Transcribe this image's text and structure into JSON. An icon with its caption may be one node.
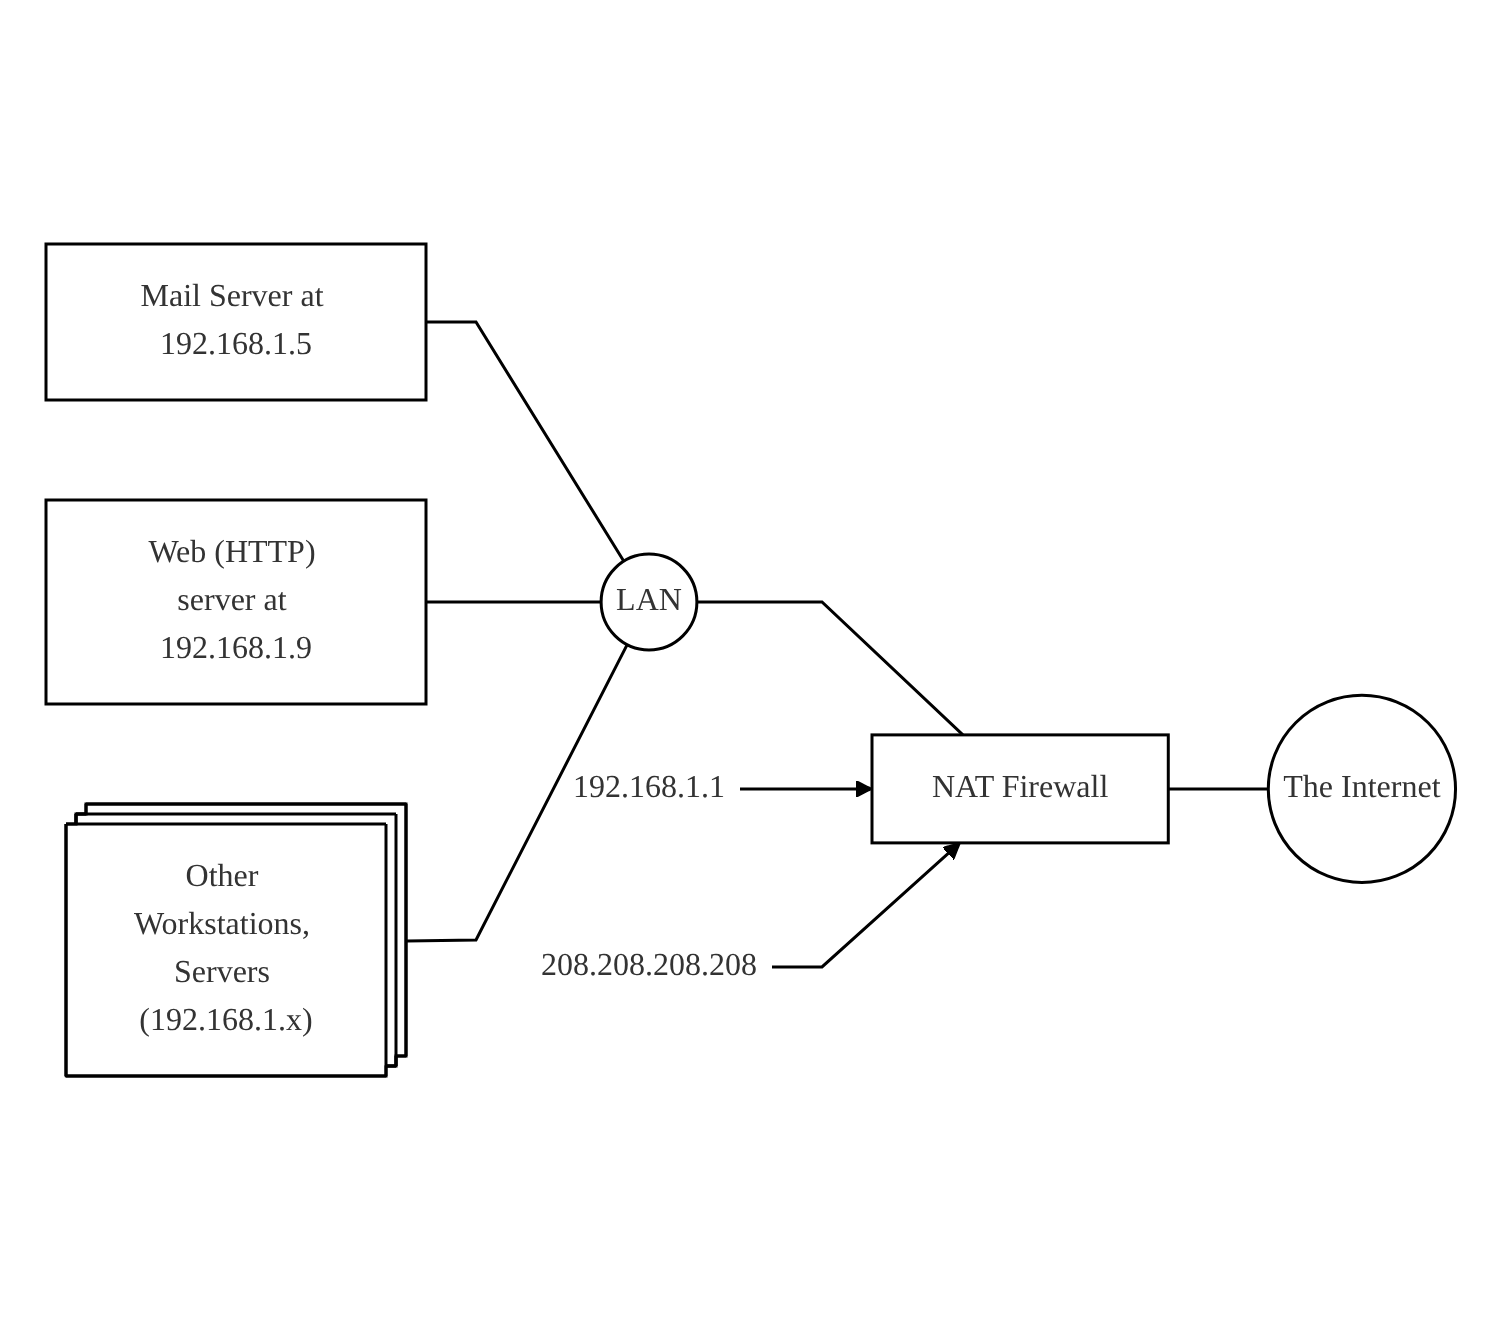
{
  "diagram": {
    "nodes": [
      {
        "text": [
          "Mail Server at 192.168.1.5"
        ]
      },
      {
        "text": [
          "Web (HTTP) server at 192.168.1.9"
        ]
      },
      {
        "text": [
          "LAN"
        ]
      },
      {
        "text": [
          "NAT Firewall"
        ]
      },
      {
        "text": [
          "The Internet"
        ]
      },
      {
        "text": [
          "Other Workstations, Servers (192.168.1.x)"
        ]
      },
      {
        "text": [
          "192.168.1.1"
        ]
      },
      {
        "text": [
          "208.208.208.208"
        ]
      }
    ],
    "edges": [
      {
        "from": 0,
        "to": 2,
        "arrow": "none"
      },
      {
        "from": 1,
        "to": 2,
        "arrow": "none"
      },
      {
        "from": 5,
        "to": 2,
        "arrow": "none"
      },
      {
        "from": 2,
        "to": 3,
        "arrow": "none"
      },
      {
        "from": 3,
        "to": 4,
        "arrow": "none"
      },
      {
        "from": 6,
        "to": 3,
        "arrow": "to"
      },
      {
        "from": 7,
        "to": 3,
        "arrow": "to"
      }
    ]
  }
}
